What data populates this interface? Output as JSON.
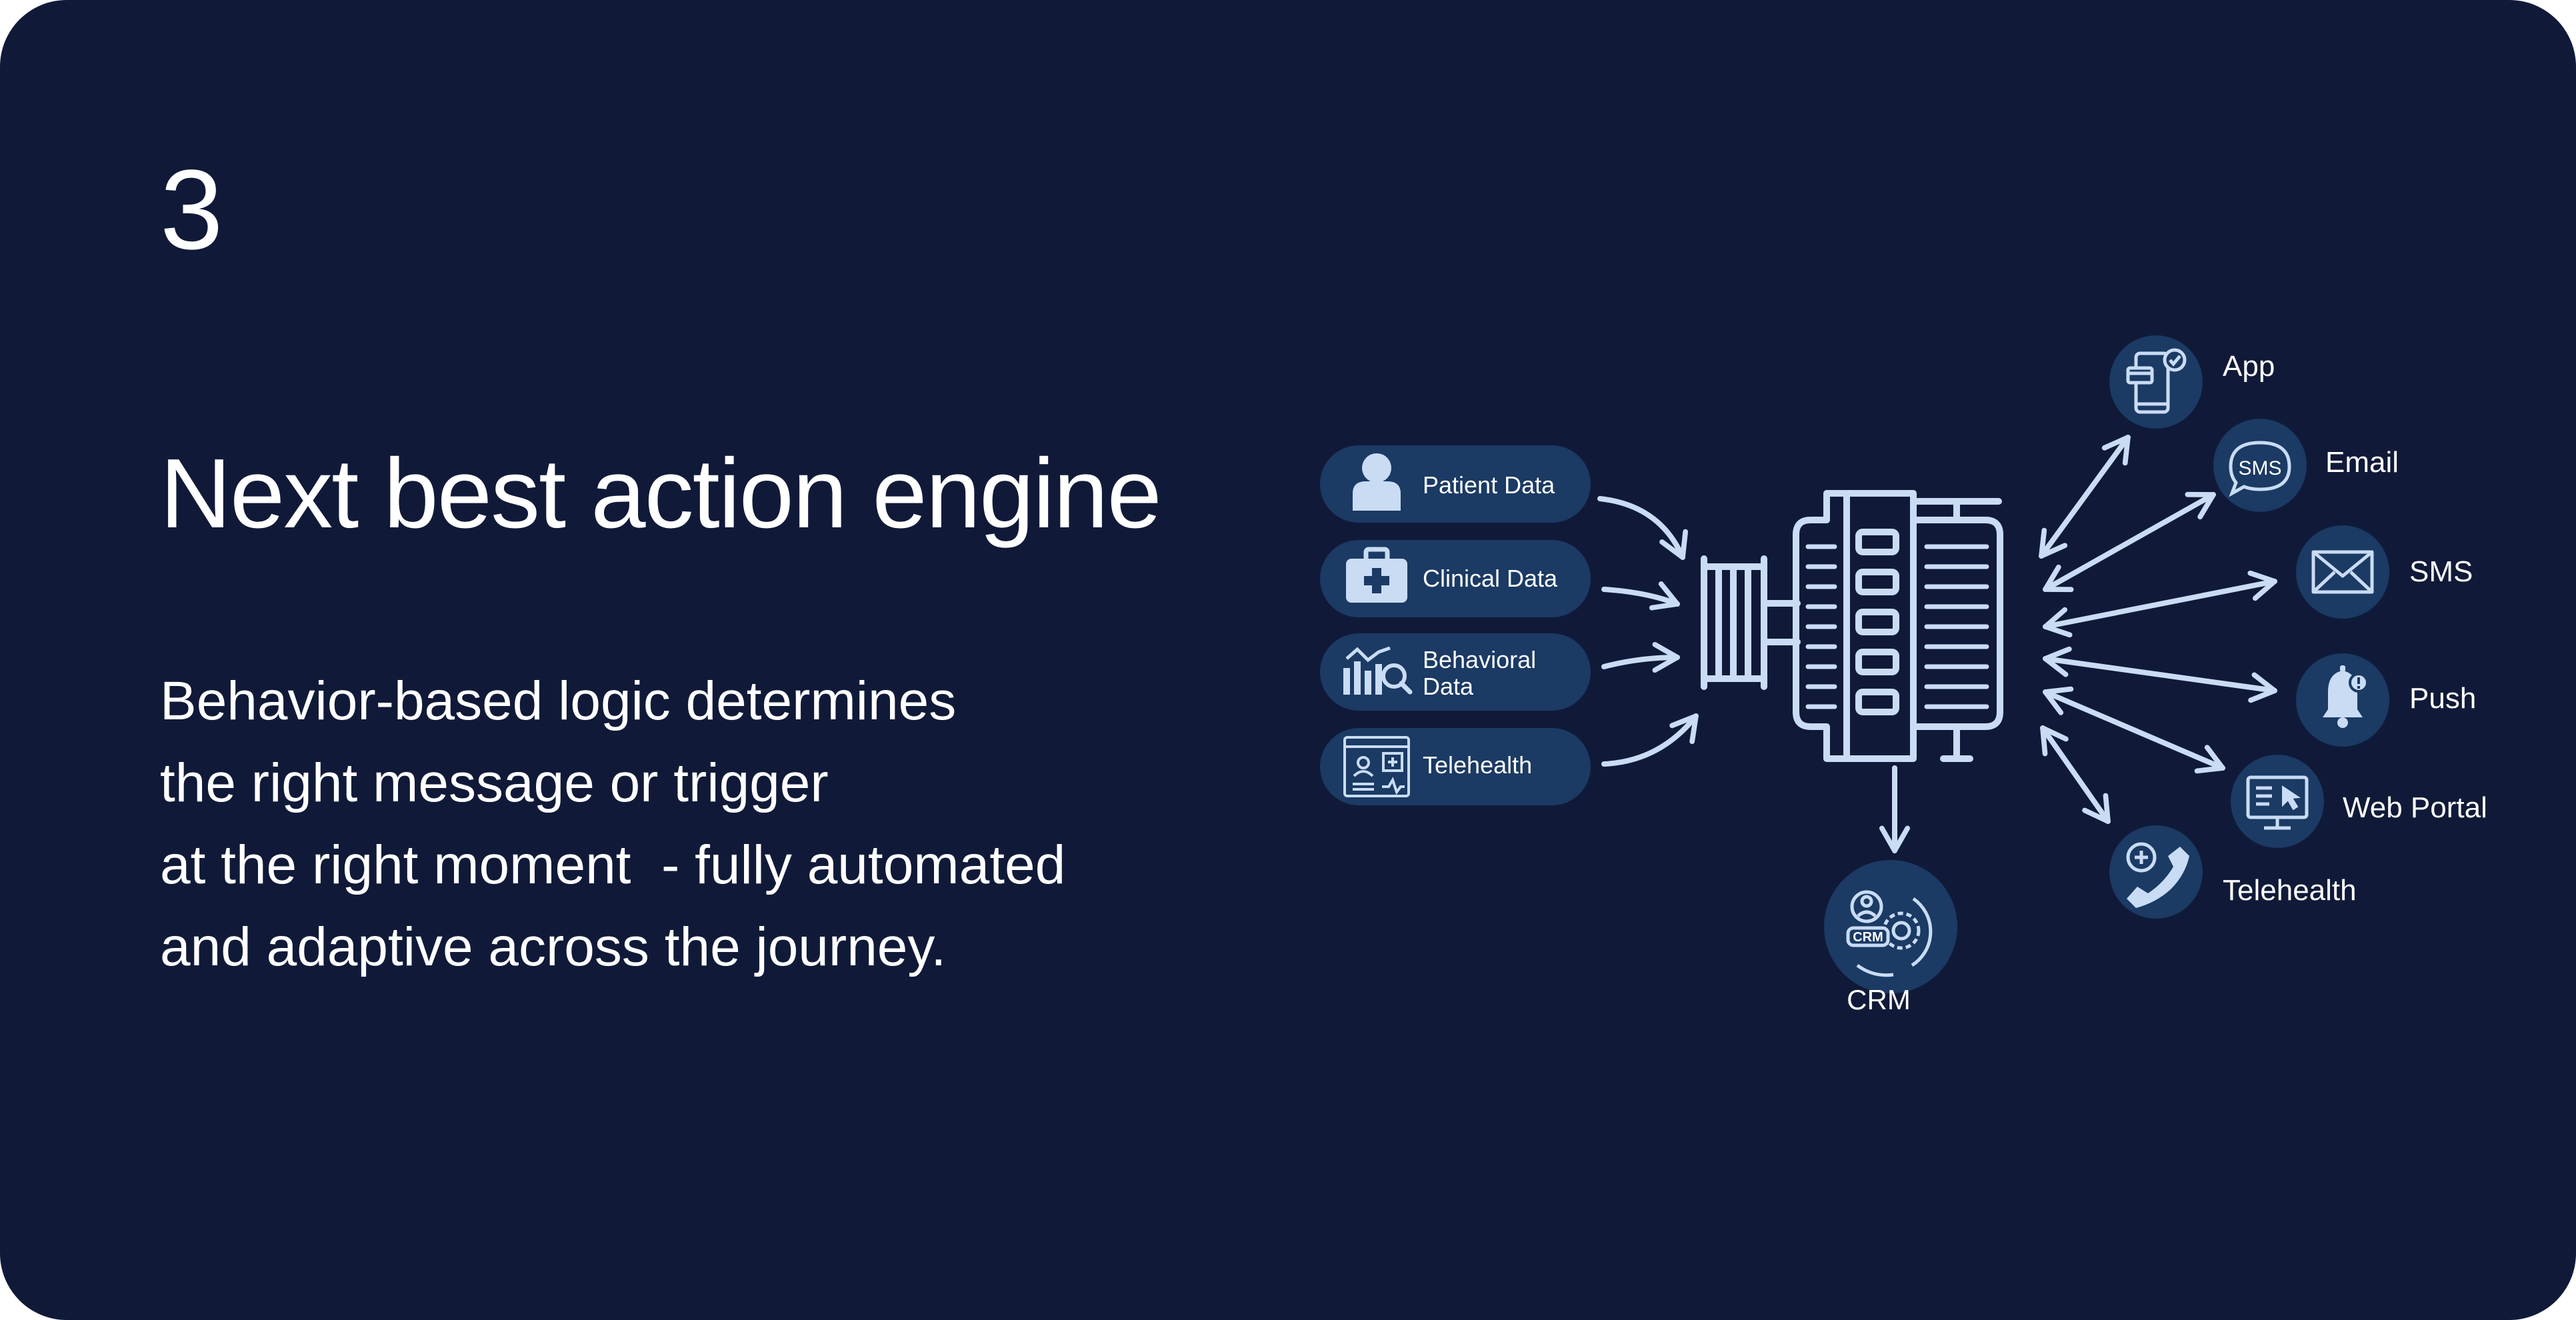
{
  "slide": {
    "step_number": "3",
    "title": "Next best action engine",
    "description_lines": [
      "Behavior-based logic determines",
      "the right message or trigger",
      "at the right moment  - fully automated",
      "and adaptive across the journey."
    ]
  },
  "diagram": {
    "inputs": [
      {
        "icon": "patient-icon",
        "line1": "Patient Data",
        "line2": ""
      },
      {
        "icon": "medical-kit-icon",
        "line1": "Clinical Data",
        "line2": ""
      },
      {
        "icon": "analytics-chart-icon",
        "line1": "Behavioral",
        "line2": "Data"
      },
      {
        "icon": "telehealth-screen-icon",
        "line1": "Telehealth",
        "line2": ""
      }
    ],
    "engine_icon": "engine-icon",
    "crm": {
      "icon": "crm-gear-icon",
      "label": "CRM",
      "badge": "CRM"
    },
    "outputs": [
      {
        "icon": "mobile-app-icon",
        "label": "App"
      },
      {
        "icon": "sms-bubble-icon",
        "label": "Email",
        "badge": "SMS"
      },
      {
        "icon": "envelope-icon",
        "label": "SMS"
      },
      {
        "icon": "bell-icon",
        "label": "Push"
      },
      {
        "icon": "monitor-cursor-icon",
        "label": "Web Portal"
      },
      {
        "icon": "phone-plus-icon",
        "label": "Telehealth"
      }
    ],
    "colors": {
      "background": "#101a38",
      "pill": "#1b3a64",
      "icon_circle": "#1b3a64",
      "line": "#c9dcf4",
      "text": "#ffffff"
    }
  }
}
